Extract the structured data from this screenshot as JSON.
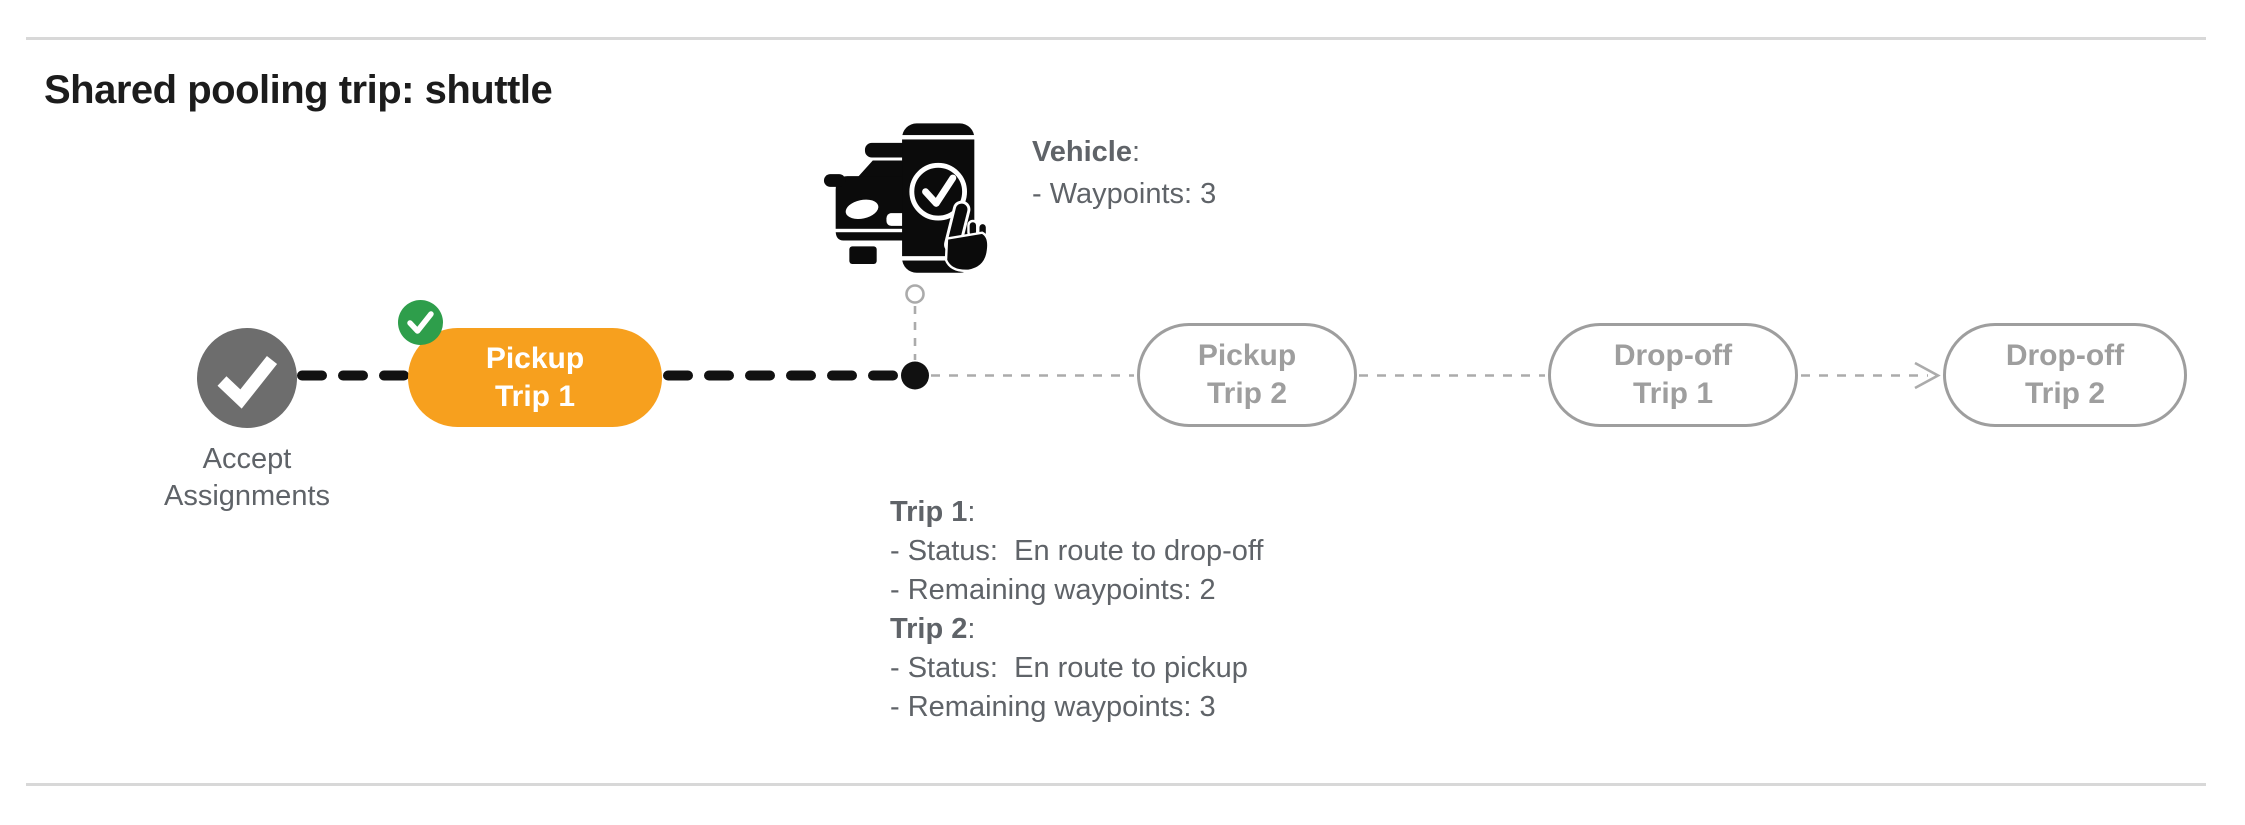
{
  "page": {
    "title": "Shared pooling trip: shuttle"
  },
  "colors": {
    "accent_orange": "#F7A01E",
    "success_green": "#2E9E4B",
    "completed_node_gray": "#6D6D6D",
    "upcoming_gray": "#9E9E9E",
    "text_gray": "#5F6368",
    "connector_black": "#111111",
    "connector_gray": "#ABABAB",
    "rule_gray": "#D8D8D8"
  },
  "diagram": {
    "vehicle_info": {
      "label": "Vehicle",
      "label_suffix": ":",
      "lines": [
        "- Waypoints: 3"
      ]
    },
    "timeline": {
      "accept": {
        "line1": "Accept",
        "line2": "Assignments",
        "status": "completed"
      },
      "nodes": [
        {
          "id": "pickup-trip-1",
          "line1": "Pickup",
          "line2": "Trip 1",
          "state": "active-completed"
        },
        {
          "id": "pickup-trip-2",
          "line1": "Pickup",
          "line2": "Trip 2",
          "state": "upcoming"
        },
        {
          "id": "dropoff-trip-1",
          "line1": "Drop-off",
          "line2": "Trip 1",
          "state": "upcoming"
        },
        {
          "id": "dropoff-trip-2",
          "line1": "Drop-off",
          "line2": "Trip 2",
          "state": "upcoming"
        }
      ]
    },
    "trip_info": [
      {
        "heading": "Trip 1",
        "heading_suffix": ":",
        "lines": [
          "- Status:  En route to drop-off",
          "- Remaining waypoints: 2"
        ]
      },
      {
        "heading": "Trip 2",
        "heading_suffix": ":",
        "lines": [
          "- Status:  En route to pickup",
          "- Remaining waypoints: 3"
        ]
      }
    ]
  }
}
